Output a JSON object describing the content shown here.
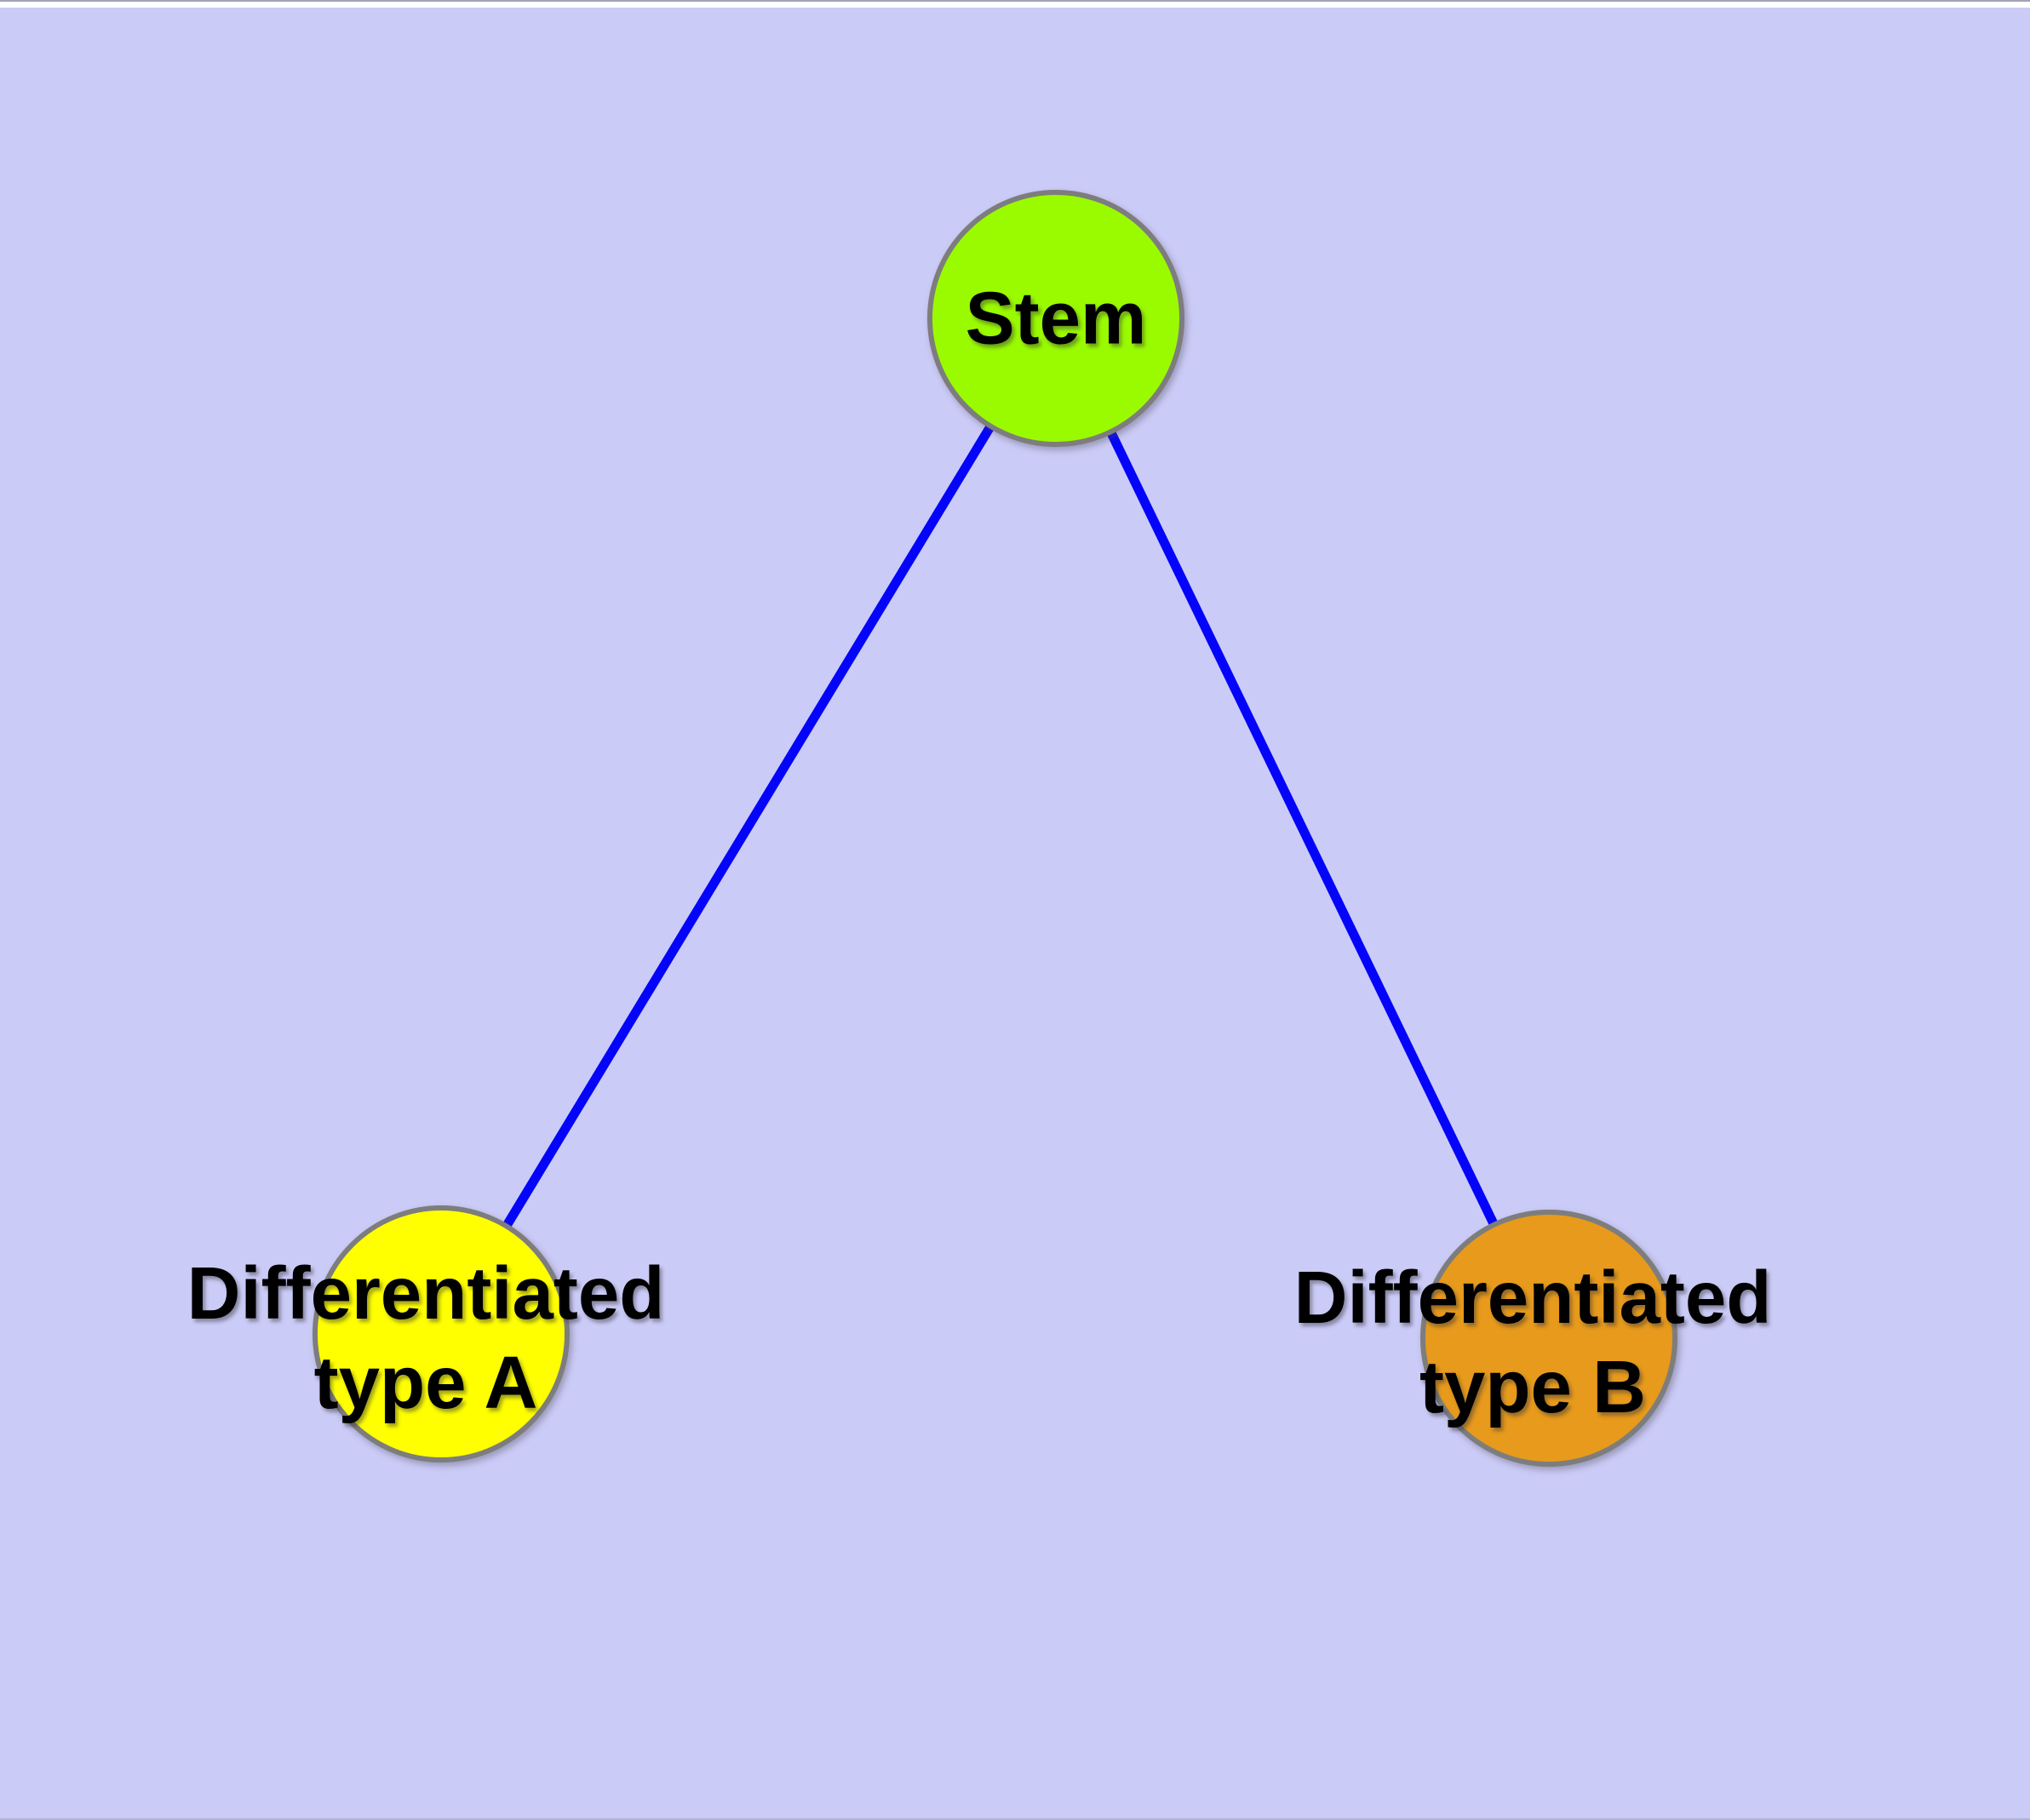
{
  "diagram": {
    "type": "graph",
    "description": "Cell differentiation hierarchy: Stem node linked to two differentiated cell types"
  },
  "nodes": [
    {
      "id": "stem",
      "label": "Stem",
      "lines": [
        "Stem"
      ],
      "color": "#9AFB00"
    },
    {
      "id": "typeA",
      "label": "Differentiated type A",
      "lines": [
        "Differentiated",
        "type A"
      ],
      "color": "#FFFF00"
    },
    {
      "id": "typeB",
      "label": "Differentiated type B",
      "lines": [
        "Differentiated",
        "type B"
      ],
      "color": "#E79A1B"
    }
  ],
  "edges": [
    {
      "from": "Stem",
      "to": "Differentiated type A"
    },
    {
      "from": "Stem",
      "to": "Differentiated type B"
    }
  ],
  "colors": {
    "background": "#CBCBF7",
    "edge": "#0404FB",
    "node_border": "#7D7D7D",
    "label_text": "#000000"
  }
}
